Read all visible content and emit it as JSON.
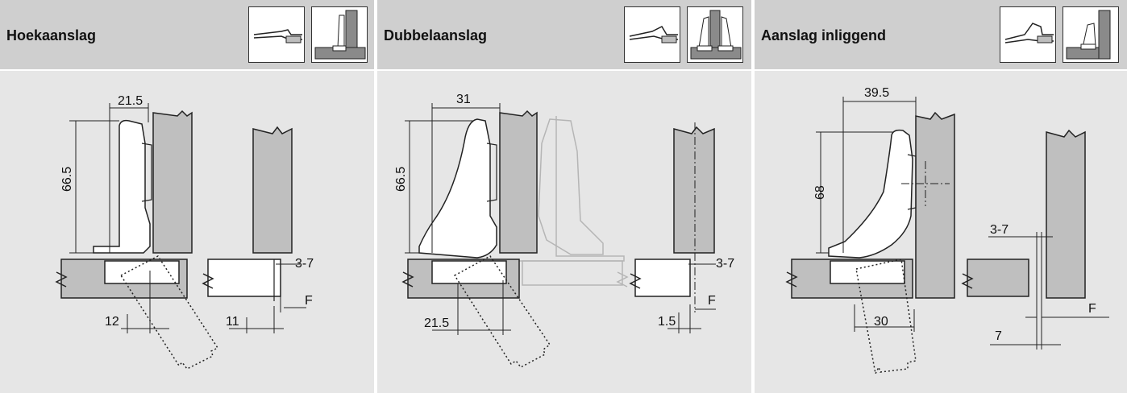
{
  "panels": [
    {
      "title": "Hoekaanslag",
      "icons": [
        "hinge-side-view-icon",
        "hinge-door-position-icon"
      ],
      "dims": {
        "width": "21.5",
        "height": "66.5",
        "gap": "3-7",
        "offset": "12",
        "spacing": "11",
        "f": "F"
      }
    },
    {
      "title": "Dubbelaanslag",
      "icons": [
        "hinge-side-view-icon",
        "double-hinge-door-position-icon"
      ],
      "dims": {
        "width": "31",
        "height": "66.5",
        "gap": "3-7",
        "offset": "21.5",
        "spacing": "1.5",
        "f": "F"
      }
    },
    {
      "title": "Aanslag inliggend",
      "icons": [
        "hinge-side-view-icon",
        "inset-hinge-door-position-icon"
      ],
      "dims": {
        "width": "39.5",
        "height": "68",
        "gap": "3-7",
        "offset": "30",
        "spacing": "7",
        "f": "F"
      }
    }
  ]
}
